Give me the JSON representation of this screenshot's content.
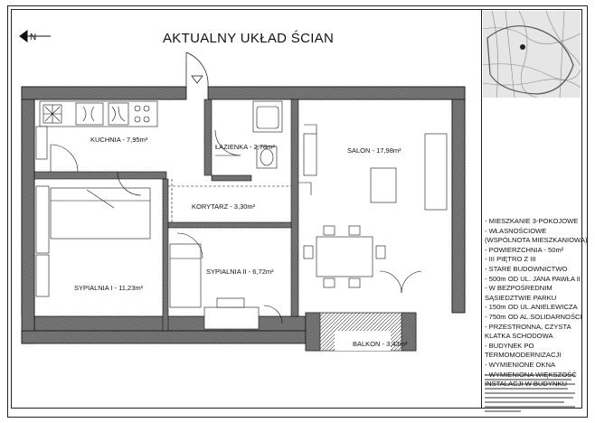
{
  "title": "AKTUALNY UKŁAD ŚCIAN",
  "rooms": {
    "kitchen": "KUCHNIA - 7,95m²",
    "bathroom": "ŁAZIENKA - 2,78m²",
    "living": "SALON - 17,98m²",
    "corridor": "KORYTARZ - 3,30m²",
    "bedroom1": "SYPIALNIA I - 11,23m²",
    "bedroom2": "SYPIALNIA II - 6,72m²",
    "balcony": "BALKON - 3,43m²"
  },
  "features": [
    "- MIESZKANIE 3-POKOJOWE",
    "- WŁASNOŚCIOWE",
    "(WSPÓLNOTA MIESZKANIOWA)",
    "- POWIERZCHNIA - 50m²",
    "- III PIĘTRO Z III",
    "- STARE BUDOWNICTWO",
    "- 500m OD UL. JANA PAWŁA II",
    "- W BEZPOŚREDNIM",
    "SĄSIEDZTWIE PARKU",
    "- 150m OD UL.ANIELEWICZA",
    "- 750m OD AL.SOLIDARNOŚCI",
    "- PRZESTRONNA, CZYSTA",
    "KLATKA SCHODOWA",
    "- BUDYNEK PO",
    "TERMOMODERNIZACJI",
    "- WYMIENIONE OKNA",
    "- WYMIENIONA WIĘKSZOŚĆ",
    "INSTALACJI W BUDYNKU"
  ],
  "colors": {
    "wall": "#6f6f6f",
    "line": "#111111",
    "map_bg": "#e6e6e6",
    "balcony_hatch": "#555555"
  },
  "icons": {
    "north": "north-arrow-icon",
    "stove": "cooktop-icon",
    "sink": "sink-icon"
  }
}
